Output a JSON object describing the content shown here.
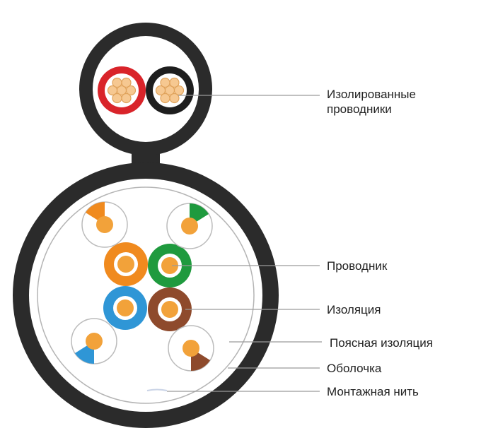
{
  "labels": {
    "insulated_conductors_line1": "Изолированные",
    "insulated_conductors_line2": "проводники",
    "conductor": "Проводник",
    "insulation": "Изоляция",
    "belt_insulation": "Поясная изоляция",
    "sheath": "Оболочка",
    "mounting_thread": "Монтажная нить"
  },
  "colors": {
    "sheath": "#2b2b2b",
    "copper": "#f2a23a",
    "copper_strand": "#f6c891",
    "power_red": "#d9242a",
    "power_black": "#1e1e1e",
    "pair_orange": "#f08a1e",
    "pair_green": "#1f9a3e",
    "pair_blue": "#2f96d6",
    "pair_brown": "#8e4a2c",
    "belt_line": "#b5b5b5",
    "leader_line": "#9a9a9a",
    "text": "#222222"
  },
  "icons": {
    "cable": "cable-cross-section-icon"
  }
}
